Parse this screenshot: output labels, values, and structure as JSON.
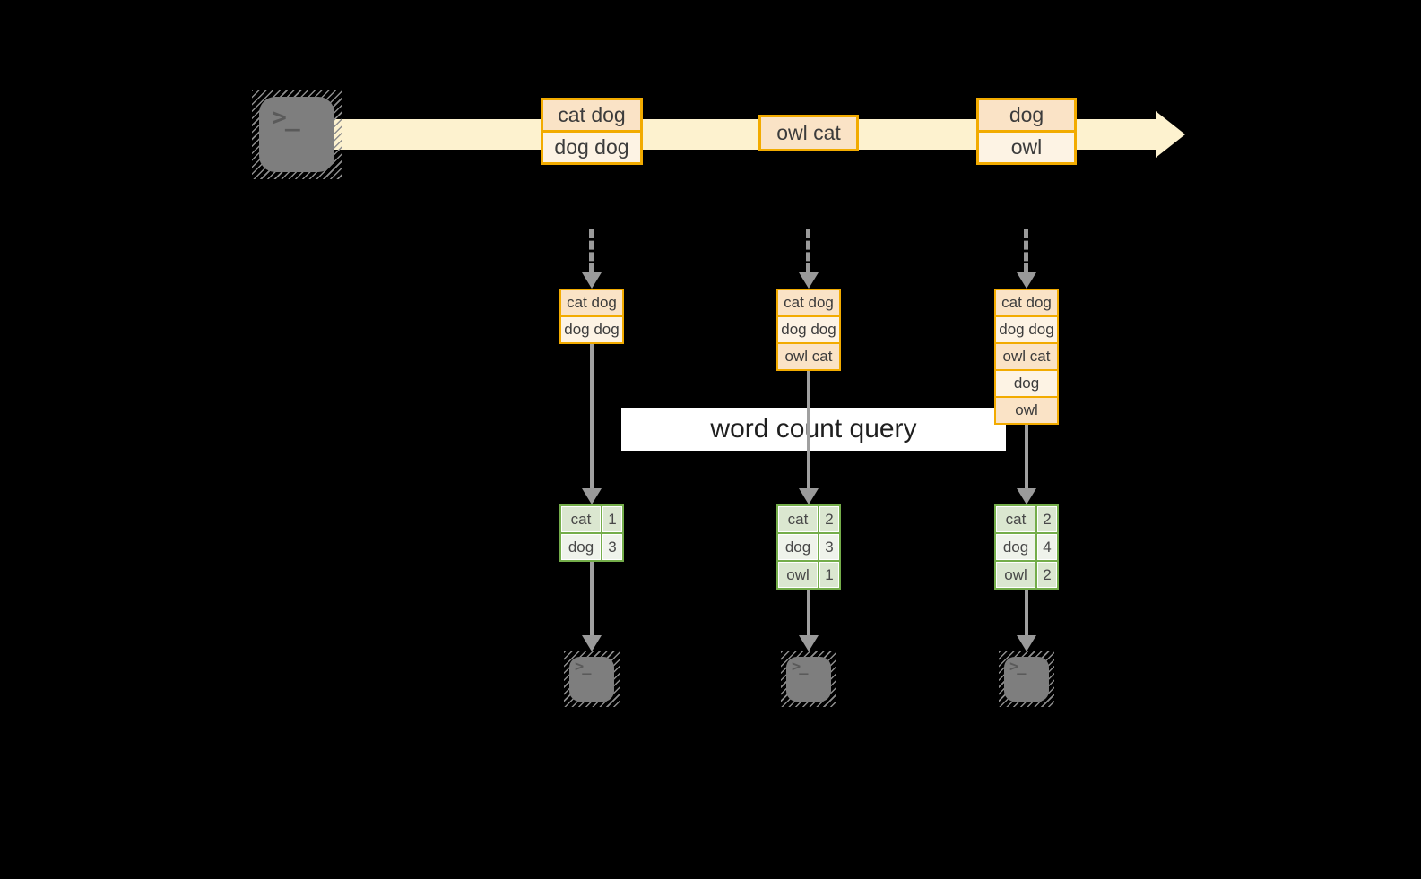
{
  "palette": {
    "background": "#000000",
    "stream_band": "#fdf2cf",
    "box_border_gold": "#f2ab00",
    "box_fill_peach": "#fae3c6",
    "box_fill_cream": "#fdf3e4",
    "table_border_green": "#74ad4a",
    "table_cell_dark": "#dbe7d0",
    "table_cell_light": "#eff3eb",
    "arrow_gray": "#9a9a9a",
    "terminal_gray": "#7e7e7e",
    "banner_bg": "#ffffff"
  },
  "terminal_glyph": ">_",
  "stream_batches": [
    {
      "rows": [
        "cat dog",
        "dog dog"
      ]
    },
    {
      "rows": [
        "owl cat"
      ]
    },
    {
      "rows": [
        "dog",
        "owl"
      ]
    }
  ],
  "query_banner": {
    "label": "word count query"
  },
  "columns": [
    {
      "input_rows": [
        "cat dog",
        "dog dog"
      ],
      "result_rows": [
        [
          "cat",
          "1"
        ],
        [
          "dog",
          "3"
        ]
      ]
    },
    {
      "input_rows": [
        "cat dog",
        "dog dog",
        "owl cat"
      ],
      "result_rows": [
        [
          "cat",
          "2"
        ],
        [
          "dog",
          "3"
        ],
        [
          "owl",
          "1"
        ]
      ]
    },
    {
      "input_rows": [
        "cat dog",
        "dog dog",
        "owl cat",
        "dog",
        "owl"
      ],
      "result_rows": [
        [
          "cat",
          "2"
        ],
        [
          "dog",
          "4"
        ],
        [
          "owl",
          "2"
        ]
      ]
    }
  ]
}
